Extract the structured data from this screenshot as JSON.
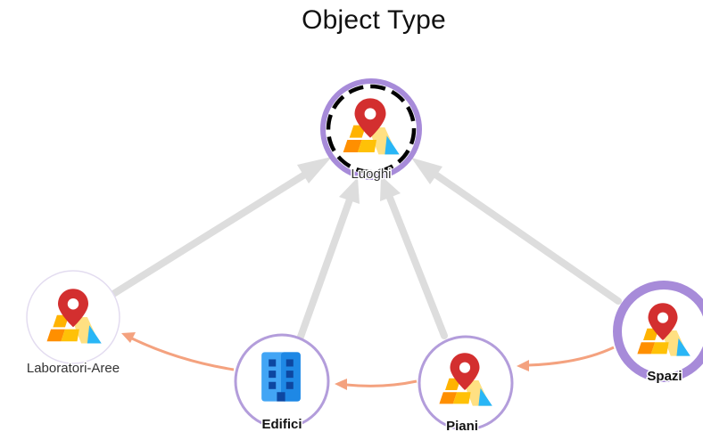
{
  "title": "Object Type",
  "nodes": [
    {
      "id": "luoghi",
      "label": "Luoghi",
      "icon": "map-pin-buildings-icon"
    },
    {
      "id": "laboratori",
      "label": "Laboratori-Aree",
      "icon": "map-pin-buildings-icon"
    },
    {
      "id": "edifici",
      "label": "Edifici",
      "icon": "office-building-icon"
    },
    {
      "id": "piani",
      "label": "Piani",
      "icon": "map-pin-buildings-icon"
    },
    {
      "id": "spazi",
      "label": "Spazi",
      "icon": "map-pin-buildings-icon"
    }
  ],
  "colors": {
    "node_ring": "#b39ddb",
    "selected_ring": "#a78bd9",
    "inheritance_edge": "#dddddd",
    "relation_edge": "#f4a27f",
    "pin": "#d32f2f",
    "building": "#42a5f5"
  }
}
